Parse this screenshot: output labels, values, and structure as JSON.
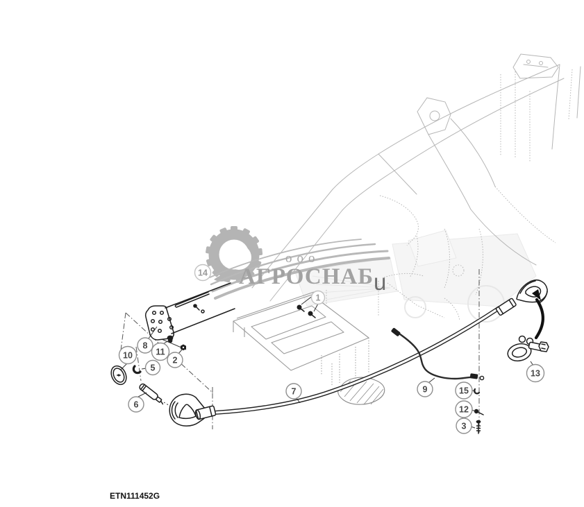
{
  "watermark": {
    "org_form": "ooo",
    "org_name": "АГРОСНАБ",
    "suffix_letter": "u"
  },
  "footer": {
    "drawing_number": "ETN111452G"
  },
  "callouts": {
    "c1": {
      "label": "1"
    },
    "c2": {
      "label": "2"
    },
    "c3": {
      "label": "3"
    },
    "c5": {
      "label": "5"
    },
    "c6": {
      "label": "6"
    },
    "c7": {
      "label": "7"
    },
    "c8": {
      "label": "8"
    },
    "c9": {
      "label": "9"
    },
    "c10": {
      "label": "10"
    },
    "c11": {
      "label": "11"
    },
    "c12": {
      "label": "12"
    },
    "c13": {
      "label": "13"
    },
    "c14": {
      "label": "14"
    },
    "c15": {
      "label": "15"
    }
  },
  "colors": {
    "background": "#ffffff",
    "foreground_line": "#1e1e1e",
    "frame_sketch": "#b5b5b5",
    "watermark_text": "#a2a2a2",
    "callout_ring": "#8f8f8f",
    "callout_number": "#474747"
  }
}
